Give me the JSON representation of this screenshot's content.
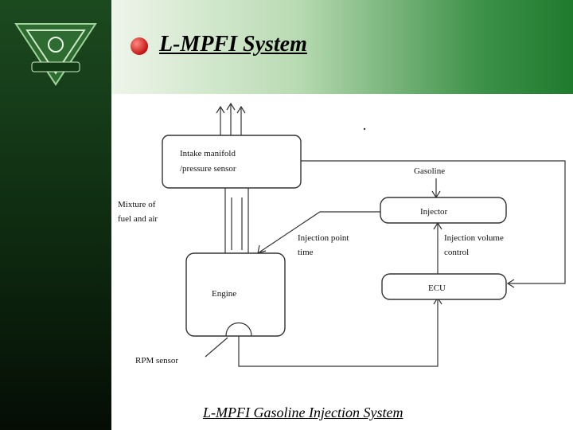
{
  "slide": {
    "title": "L-MPFI System",
    "caption": "L-MPFI Gasoline Injection System"
  },
  "diagram": {
    "intake_box": {
      "line1": "Intake manifold",
      "line2": "/pressure sensor"
    },
    "engine": "Engine",
    "injector": "Injector",
    "ecu": "ECU",
    "fuel_label": "Gasoline",
    "mixture_label": {
      "line1": "Mixture of",
      "line2": "fuel and air"
    },
    "injection_point_label": {
      "line1": "Injection point",
      "line2": "time"
    },
    "injection_volume_label": {
      "line1": "Injection volume",
      "line2": "control"
    },
    "rpm_label": "RPM sensor"
  },
  "colors": {
    "left_band": "#0e2a10",
    "header_green": "#1f7a2e",
    "bullet_red": "#c41414"
  }
}
